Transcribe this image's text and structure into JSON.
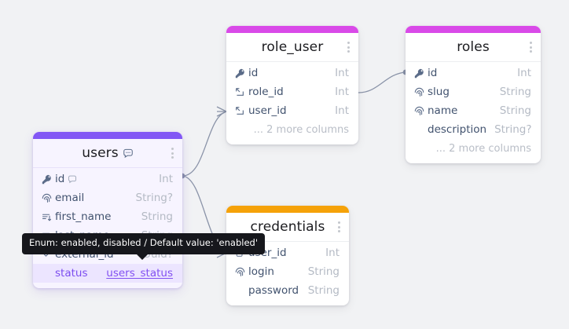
{
  "canvas": {
    "background": "#f1f2f4"
  },
  "tooltip": {
    "text": "Enum: enabled, disabled / Default value: 'enabled'"
  },
  "tables": [
    {
      "name": "role_user",
      "accent": "#d94ae8",
      "selected": false,
      "has_comment": false,
      "menu": "kebab-menu-icon",
      "columns": [
        {
          "icon": "key-icon",
          "name": "role_user_id",
          "label": "id",
          "type": "Int"
        },
        {
          "icon": "relation-icon",
          "name": "role_user_role",
          "label": "role_id",
          "type": "Int"
        },
        {
          "icon": "relation-icon",
          "name": "role_user_user",
          "label": "user_id",
          "type": "Int"
        }
      ],
      "more_label": "... 2 more columns"
    },
    {
      "name": "roles",
      "accent": "#d94ae8",
      "selected": false,
      "has_comment": false,
      "menu": "kebab-menu-icon",
      "columns": [
        {
          "icon": "key-icon",
          "name": "roles_id",
          "label": "id",
          "type": "Int"
        },
        {
          "icon": "fingerprint-icon",
          "name": "roles_slug",
          "label": "slug",
          "type": "String"
        },
        {
          "icon": "fingerprint-icon",
          "name": "roles_name",
          "label": "name",
          "type": "String"
        },
        {
          "icon": "none",
          "name": "roles_desc",
          "label": "description",
          "type": "String?"
        }
      ],
      "more_label": "... 2 more columns"
    },
    {
      "name": "users",
      "accent": "#8257f5",
      "selected": true,
      "has_comment": true,
      "menu": "kebab-menu-icon",
      "columns": [
        {
          "icon": "key-icon",
          "name": "users_id",
          "label": "id",
          "type": "Int",
          "comment": true
        },
        {
          "icon": "fingerprint-icon",
          "name": "users_email",
          "label": "email",
          "type": "String?"
        },
        {
          "icon": "index-icon",
          "name": "users_first_name",
          "label": "first_name",
          "type": "String"
        },
        {
          "icon": "index-icon",
          "name": "users_last_name",
          "label": "last_name",
          "type": "String"
        },
        {
          "icon": "chevron-icon",
          "name": "users_external_id",
          "label": "external_id",
          "type": "Uuid?"
        },
        {
          "icon": "none",
          "name": "users_status",
          "label": "status",
          "type": "users_status",
          "highlighted": true,
          "type_is_link": true
        }
      ],
      "more_label": ""
    },
    {
      "name": "credentials",
      "accent": "#f5a209",
      "selected": false,
      "has_comment": false,
      "menu": "kebab-menu-icon",
      "columns": [
        {
          "icon": "foreign-key-icon",
          "name": "credentials_user_id",
          "label": "user_id",
          "type": "Int"
        },
        {
          "icon": "fingerprint-icon",
          "name": "credentials_login",
          "label": "login",
          "type": "String"
        },
        {
          "icon": "none",
          "name": "credentials_password",
          "label": "password",
          "type": "String"
        }
      ],
      "more_label": ""
    }
  ],
  "relations": [
    {
      "name": "users-to-role_user",
      "from": "users.id",
      "to": "role_user.user_id"
    },
    {
      "name": "role_user-to-roles",
      "from": "role_user.role_id",
      "to": "roles.id"
    },
    {
      "name": "users-to-credentials",
      "from": "users.id",
      "to": "credentials.user_id"
    }
  ]
}
